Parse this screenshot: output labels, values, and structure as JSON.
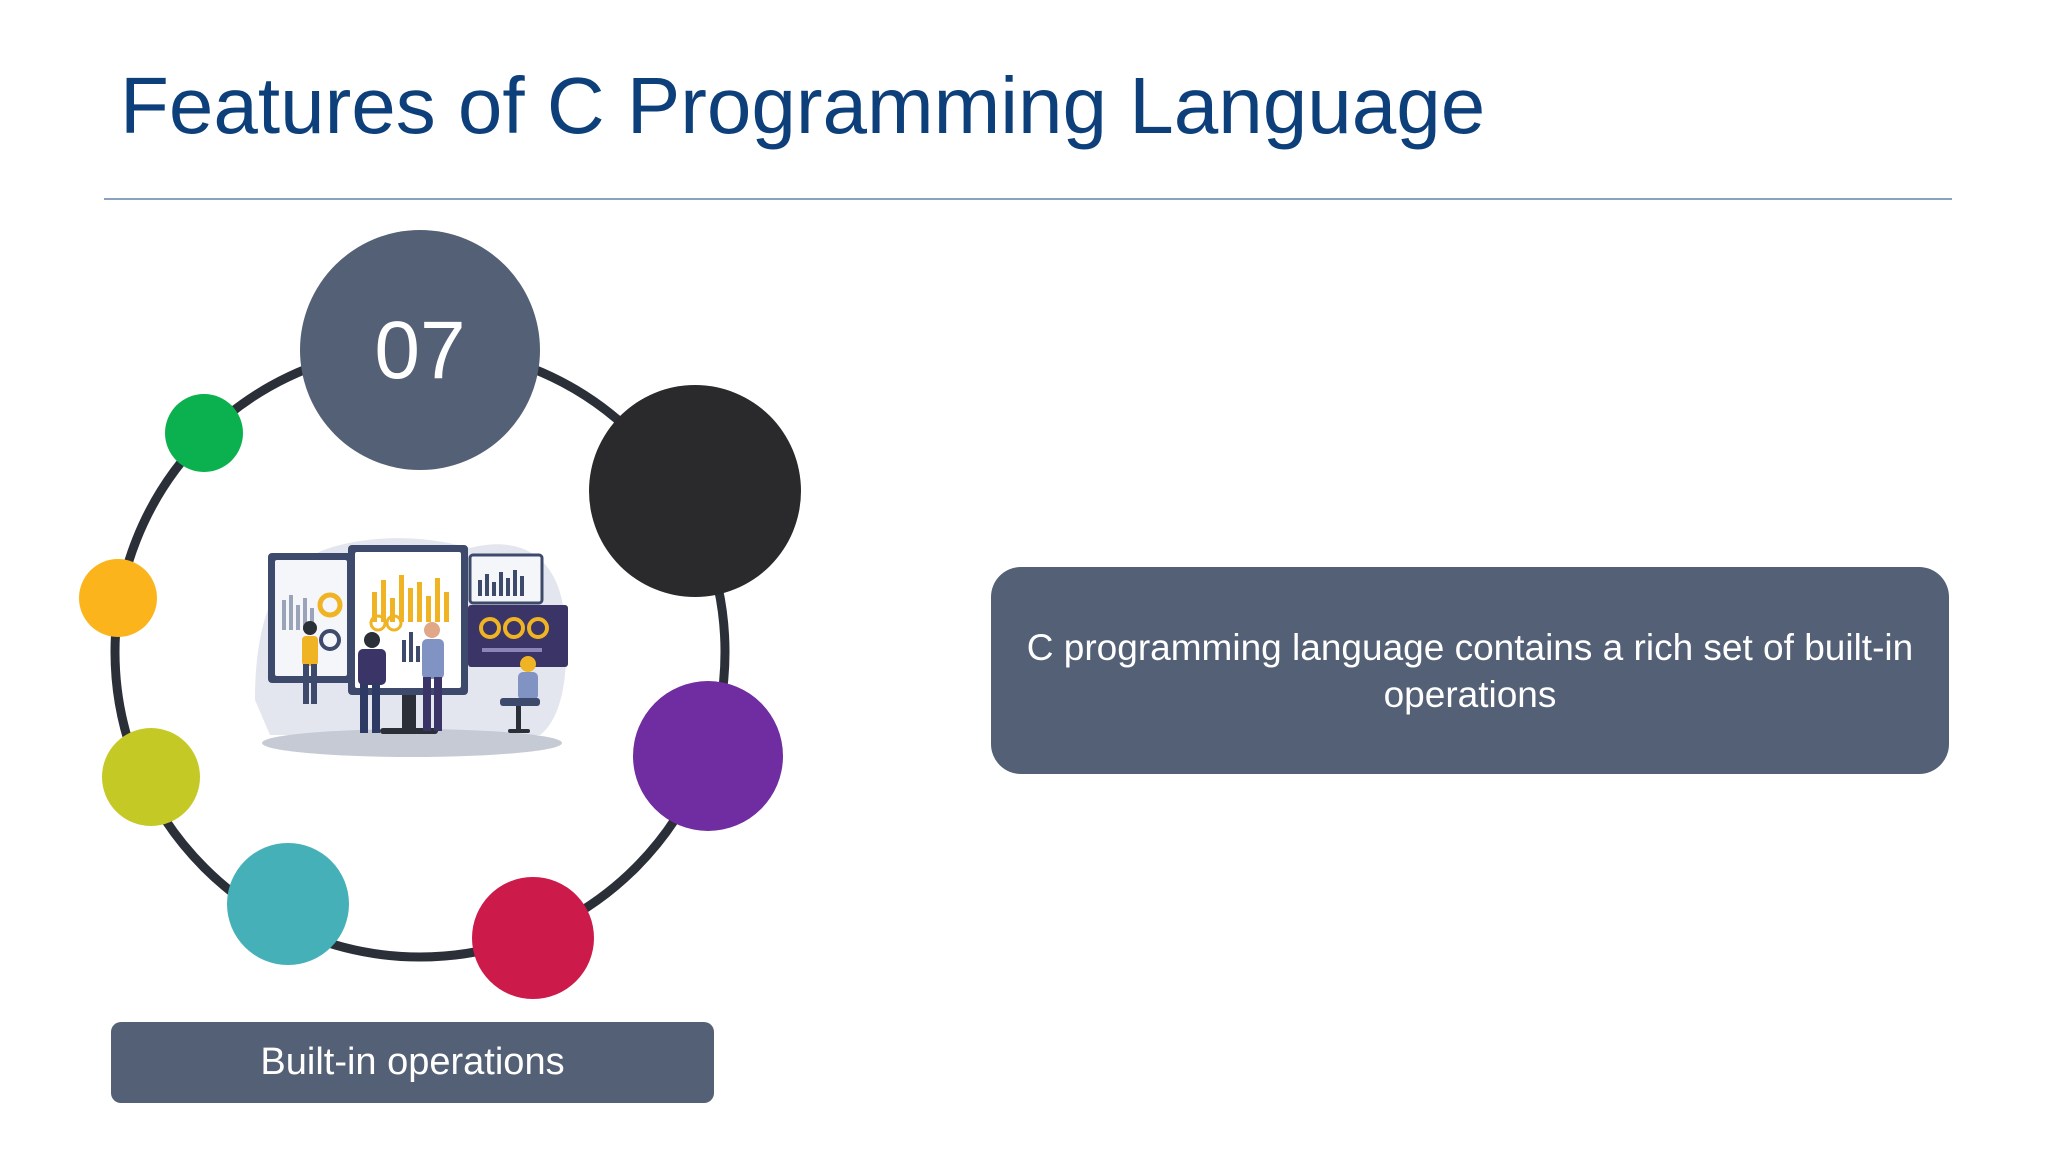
{
  "slide": {
    "title": "Features of C Programming Language",
    "step_number": "07",
    "caption": "Built-in operations",
    "description": "C programming language contains a rich set of built-in operations"
  },
  "colors": {
    "title": "#0d3f7a",
    "rule": "#8aa2c0",
    "ring": "#2b2f38",
    "box": "#546075",
    "number_circle": "#546075",
    "dot_black": "#2a2a2d",
    "dot_purple": "#6f2da1",
    "dot_red": "#cc1a4a",
    "dot_teal": "#45b0b8",
    "dot_lime": "#c5c925",
    "dot_yellow": "#fbb41c",
    "dot_green": "#0ab14e"
  },
  "illustration": {
    "icon": "team-analytics-dashboard-illustration"
  }
}
